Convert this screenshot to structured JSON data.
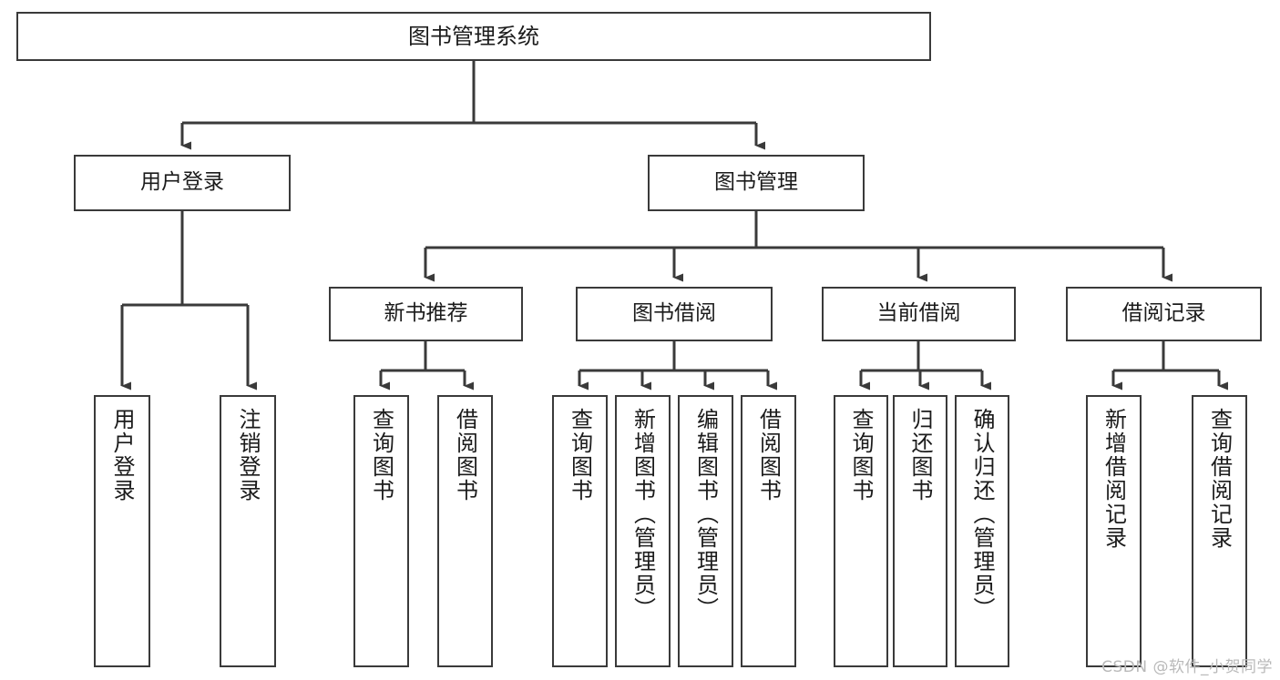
{
  "diagram": {
    "title": "图书管理系统",
    "type": "tree-hierarchy-chart",
    "watermark": "CSDN @软件_小贺同学",
    "colors": {
      "stroke": "#3a3a3a",
      "fill": "#ffffff",
      "text": "#1b1b1b",
      "watermark": "#b9b9b9"
    },
    "levels": {
      "root": {
        "label": "图书管理系统"
      },
      "level2": [
        {
          "label": "用户登录"
        },
        {
          "label": "图书管理"
        }
      ],
      "level3": [
        {
          "label": "新书推荐"
        },
        {
          "label": "图书借阅"
        },
        {
          "label": "当前借阅"
        },
        {
          "label": "借阅记录"
        }
      ],
      "leaves": {
        "user_login": [
          {
            "label": "用户登录"
          },
          {
            "label": "注销登录"
          }
        ],
        "new_book_recommend": [
          {
            "label": "查询图书"
          },
          {
            "label": "借阅图书"
          }
        ],
        "book_borrow": [
          {
            "label": "查询图书"
          },
          {
            "label": "新增图书（管理员）"
          },
          {
            "label": "编辑图书（管理员）"
          },
          {
            "label": "借阅图书"
          }
        ],
        "current_borrow": [
          {
            "label": "查询图书"
          },
          {
            "label": "归还图书"
          },
          {
            "label": "确认归还（管理员）"
          }
        ],
        "borrow_record": [
          {
            "label": "新增借阅记录"
          },
          {
            "label": "查询借阅记录"
          }
        ]
      }
    }
  }
}
